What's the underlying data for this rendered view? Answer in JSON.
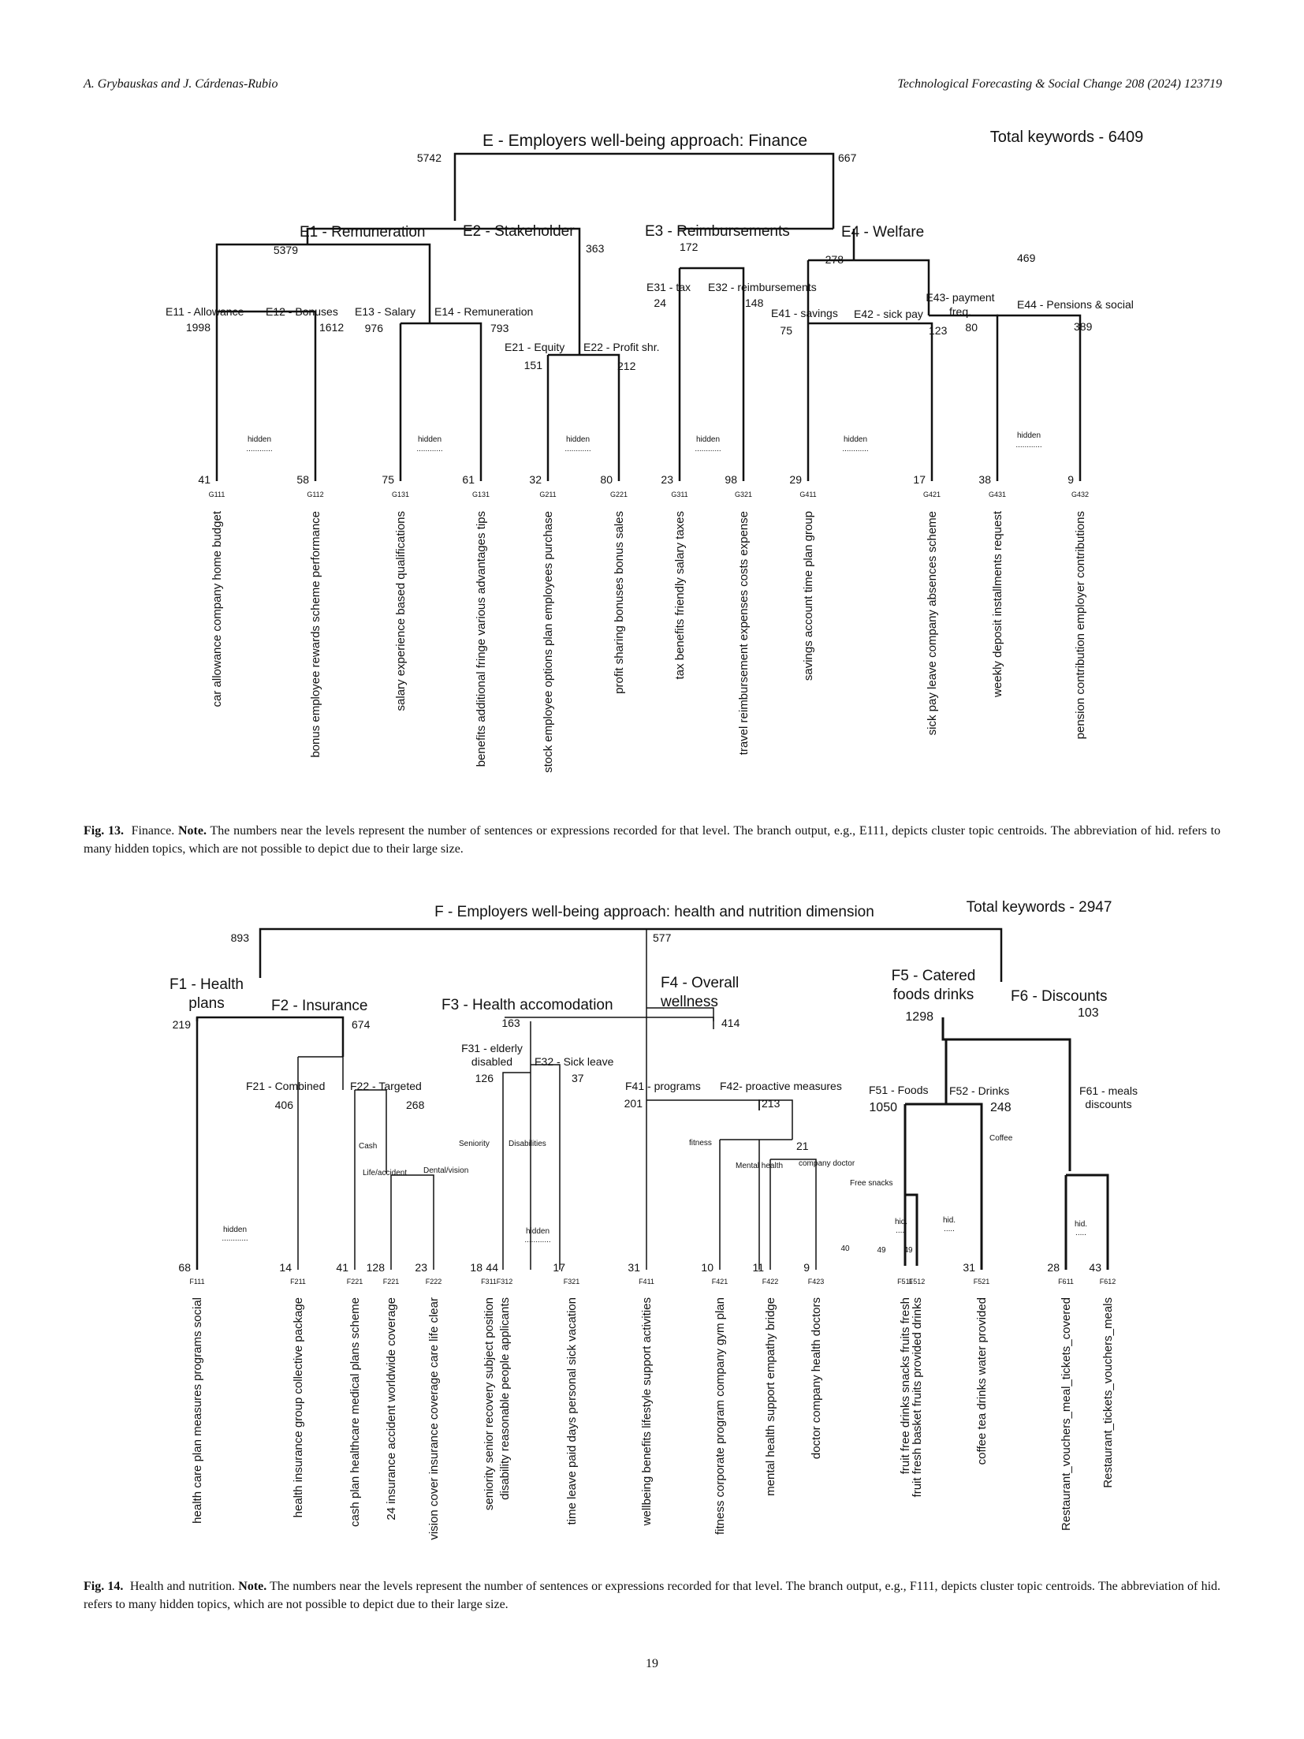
{
  "header": {
    "authors": "A. Grybauskas and J. Cárdenas-Rubio",
    "journal": "Technological Forecasting & Social Change 208 (2024) 123719"
  },
  "fig13": {
    "title": "E - Employers well-being approach: Finance",
    "total": "Total keywords - 6409",
    "tree": {
      "root_left": "5742",
      "root_right": "667",
      "E1": "E1 - Remuneration",
      "E2": "E2 - Stakeholder",
      "E3": "E3 - Reimbursements",
      "E4": "E4 - Welfare",
      "n5379": "5379",
      "n363": "363",
      "n172": "172",
      "n278": "278",
      "n469": "469",
      "E11": "E11 - Allowance",
      "E12": "E12 - Bonuses",
      "E13": "E13 - Salary",
      "E14": "E14 - Remuneration",
      "n1998": "1998",
      "n1612": "1612",
      "n976": "976",
      "n793": "793",
      "E21": "E21 - Equity",
      "E22": "E22 - Profit shr.",
      "n151": "151",
      "n212": "212",
      "E31": "E31 - tax",
      "E32": "E32 - reimbursements",
      "n24": "24",
      "n148": "148",
      "E41": "E41 - savings",
      "E42": "E42 - sick pay",
      "n75": "75",
      "n123": "123",
      "E43a": "E43- payment",
      "E43b": "freq.",
      "E44": "E44 - Pensions & social",
      "n80": "80",
      "n389": "389",
      "hidden": "hidden",
      "dots": "............"
    },
    "leaves": [
      {
        "count": "41",
        "code": "G111",
        "label": "car allowance company home budget",
        "color": "#d42020"
      },
      {
        "count": "58",
        "code": "G112",
        "label": "bonus employee rewards scheme performance",
        "color": "#2a2ad8"
      },
      {
        "count": "75",
        "code": "G131",
        "label": "salary experience based  qualifications",
        "color": "#2a2ad8"
      },
      {
        "count": "61",
        "code": "G131",
        "label": "benefits additional fringe various advantages tips",
        "color": "#2a2ad8"
      },
      {
        "count": "32",
        "code": "G211",
        "label": "stock employee options plan employees purchase",
        "color": "#22b022"
      },
      {
        "count": "80",
        "code": "G221",
        "label": "profit sharing bonuses bonus sales",
        "color": "#22b022"
      },
      {
        "count": "23",
        "code": "G311",
        "label": "tax benefits friendly salary taxes",
        "color": "#b05a10"
      },
      {
        "count": "98",
        "code": "G321",
        "label": "travel reimbursement expenses costs expense",
        "color": "#b05a10"
      },
      {
        "count": "29",
        "code": "G411",
        "label": "savings account time plan group",
        "color": "#b020c8"
      },
      {
        "count": "17",
        "code": "G421",
        "label": "sick pay leave company absences scheme",
        "color": "#b020c8"
      },
      {
        "count": "38",
        "code": "G431",
        "label": "weekly deposit installments request",
        "color": "#a81818"
      },
      {
        "count": "9",
        "code": "G432",
        "label": "pension contribution employer  contributions",
        "color": "#a81818"
      }
    ],
    "caption_label": "Fig. 13.",
    "caption_pre": "Finance.",
    "caption_note": "Note.",
    "caption_text": "The numbers near the levels represent the number of sentences or expressions recorded for that level. The branch output, e.g., E111, depicts cluster topic centroids. The abbreviation of hid. refers to many hidden topics, which are not possible to depict due to their large size."
  },
  "fig14": {
    "title": "F - Employers well-being approach: health and nutrition dimension",
    "total": "Total keywords - 2947",
    "tree": {
      "root_left": "893",
      "root_right": "577",
      "F1a": "F1 - Health",
      "F1b": "plans",
      "F2": "F2 - Insurance",
      "F3": "F3 - Health accomodation",
      "F4a": "F4 - Overall",
      "F4b": "wellness",
      "F5a": "F5 - Catered",
      "F5b": "foods drinks",
      "F6": "F6 - Discounts",
      "n219": "219",
      "n674": "674",
      "n163": "163",
      "n414": "414",
      "n1298": "1298",
      "n103": "103",
      "F21": "F21 - Combined",
      "F22": "F22 - Targeted",
      "n406": "406",
      "n268": "268",
      "cash": "Cash",
      "life": "Life/accident",
      "dental": "Dental/vision",
      "F31a": "F31 - elderly",
      "F31b": "disabled",
      "F32": "F32 - Sick leave",
      "n126": "126",
      "n37": "37",
      "seniority": "Seniority",
      "disabilities": "Disabilities",
      "F41": "F41 - programs",
      "F42": "F42- proactive measures",
      "n201": "201",
      "n213": "213",
      "fitness": "fitness",
      "n21": "21",
      "mental": "Mental health",
      "doctor": "company doctor",
      "F51": "F51 - Foods",
      "F52": "F52 - Drinks",
      "n1050": "1050",
      "n248": "248",
      "coffee": "Coffee",
      "snacks": "Free snacks",
      "F61a": "F61 - meals",
      "F61b": "discounts",
      "hidden": "hidden",
      "hid": "hid.",
      "dots": "............",
      "dots_short": ".....",
      "n40": "40",
      "n49a": "49",
      "n49b": "49"
    },
    "leaves": [
      {
        "count": "68",
        "code": "F111",
        "label": "health care plan measures programs social",
        "color": "#d42020"
      },
      {
        "count": "14",
        "code": "F211",
        "label": "health insurance group collective package",
        "color": "#2a2ad8"
      },
      {
        "count": "41",
        "code": "F221",
        "label": "cash plan  healthcare medical plans scheme",
        "color": "#2a2ad8"
      },
      {
        "count": "128",
        "code": "F221",
        "label": "24 insurance accident worldwide coverage",
        "color": "#2a2ad8"
      },
      {
        "count": "23",
        "code": "F222",
        "label": "vision cover insurance coverage care life clear",
        "color": "#2a2ad8"
      },
      {
        "count": "18",
        "code": "F311",
        "label": "seniority senior recovery subject position",
        "color": "#22b022"
      },
      {
        "count": "44",
        "code": "F312",
        "label": "disability  reasonable people applicants",
        "color": "#22b022"
      },
      {
        "count": "17",
        "code": "F321",
        "label": "time leave paid days personal sick vacation",
        "color": "#22b022"
      },
      {
        "count": "31",
        "code": "F411",
        "label": "wellbeing benefits lifestyle support activities",
        "color": "#c020d0"
      },
      {
        "count": "10",
        "code": "F421",
        "label": "fitness corporate program company gym plan",
        "color": "#c020d0"
      },
      {
        "count": "11",
        "code": "F422",
        "label": "mental health support empathy bridge",
        "color": "#c020d0"
      },
      {
        "count": "9",
        "code": "F423",
        "label": "doctor company health doctors",
        "color": "#c020d0"
      },
      {
        "count": "",
        "code": "F511",
        "label": "fruit free drinks snacks fruits fresh",
        "color": "#2020c8"
      },
      {
        "count": "",
        "code": "F512",
        "label": "fruit fresh basket fruits provided drinks",
        "color": "#2020c8"
      },
      {
        "count": "31",
        "code": "F521",
        "label": "coffee tea drinks water provided",
        "color": "#2020c8"
      },
      {
        "count": "28",
        "code": "F611",
        "label": "Restaurant_vouchers_meal_tickets_covered",
        "color": "#d42020"
      },
      {
        "count": "43",
        "code": "F612",
        "label": "Restaurant_tickets_vouchers_meals",
        "color": "#d42020"
      }
    ],
    "caption_label": "Fig. 14.",
    "caption_pre": "Health and nutrition.",
    "caption_note": "Note.",
    "caption_text": "The numbers near the levels represent the number of sentences or expressions recorded for that level. The branch output, e.g., F111, depicts cluster topic centroids. The abbreviation of hid. refers to many hidden topics, which are not possible to depict due to their large size."
  },
  "page_number": "19"
}
